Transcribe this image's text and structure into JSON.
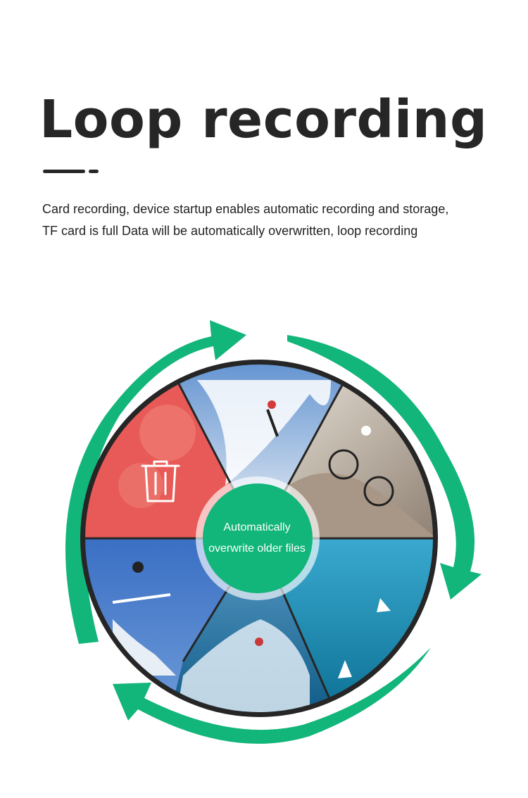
{
  "page": {
    "title": "Loop recording",
    "description_lines": [
      "Card recording, device startup enables automatic recording and storage,",
      "TF card is full Data will be automatically overwritten, loop recording"
    ]
  },
  "wheel": {
    "center_lines": [
      "Automatically",
      "overwrite older files"
    ],
    "segments": [
      {
        "name": "family-photo-deleted",
        "color": "#e85a57"
      },
      {
        "name": "skier",
        "color": "#dfe8f0"
      },
      {
        "name": "cyclist",
        "color": "#b9b0a4"
      },
      {
        "name": "sailboats",
        "color": "#1b93b8"
      },
      {
        "name": "surfer",
        "color": "#2f86b5"
      },
      {
        "name": "snowboarder",
        "color": "#3f78c8"
      }
    ]
  },
  "colors": {
    "accent_green": "#12b57a",
    "ring": "#262626",
    "title": "#262626",
    "delete_overlay": "#e85a57"
  },
  "icons": [
    "trash-icon",
    "circular-arrow-icon"
  ]
}
